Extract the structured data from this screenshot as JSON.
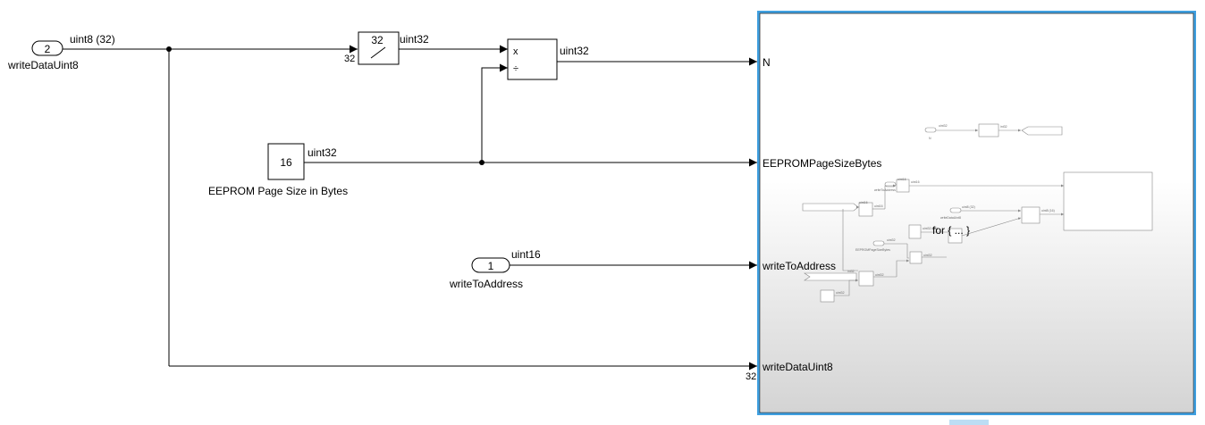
{
  "blocks": {
    "inport_write_data": {
      "number": "2",
      "name": "writeDataUint8",
      "signal_type": "uint8 (32)"
    },
    "inport_write_address": {
      "number": "1",
      "name": "writeToAddress",
      "signal_type": "uint16"
    },
    "convert": {
      "value": "32",
      "out_type": "uint32",
      "in_width": "32"
    },
    "constant": {
      "value": "16",
      "name": "EEPROM Page Size in Bytes",
      "out_type": "uint32"
    },
    "product": {
      "op_multiply": "x",
      "op_divide": "÷",
      "out_type": "uint32"
    }
  },
  "subsystem": {
    "ports": [
      "N",
      "EEPROMPageSizeBytes",
      "writeToAddress",
      "writeDataUint8"
    ],
    "port4_width": "32",
    "preview_loop_label": "for { ... }",
    "preview_texts": {
      "n_inport_type": "uint32",
      "n_inport_name": "N",
      "n_conv_type": "int32",
      "addr_inport_type": "uint16",
      "addr_inport_name": "writeToAddress",
      "addr_out_type": "uint16",
      "lower_conv_type": "uint16",
      "lower_conv_out": "uint16",
      "data_inport_type": "uint8 (32)",
      "data_inport_name": "writeDataUint8",
      "data_out_type": "uint8 (16)",
      "page_inport_type": "uint32",
      "page_inport_name": "EEPROMPageSizeBytes",
      "mid_type_1": "uint32 (16)",
      "mid_type_2": "uint32",
      "left_from_type": "int32",
      "left_out_type": "uint32",
      "left_const_type": "uint32"
    }
  }
}
